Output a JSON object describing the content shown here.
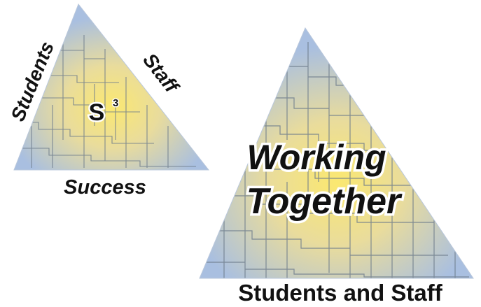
{
  "small_triangle": {
    "left_label": "Students",
    "right_label": "Staff",
    "bottom_label": "Success",
    "center_letter": "S",
    "center_exponent": "3"
  },
  "large_triangle": {
    "line1": "Working",
    "line2": "Together",
    "caption": "Students and Staff"
  },
  "colors": {
    "center_glow": "#fbe870",
    "edge_blue": "#a9bfe0",
    "brick_line": "#6e7c8c",
    "text": "#111111"
  }
}
